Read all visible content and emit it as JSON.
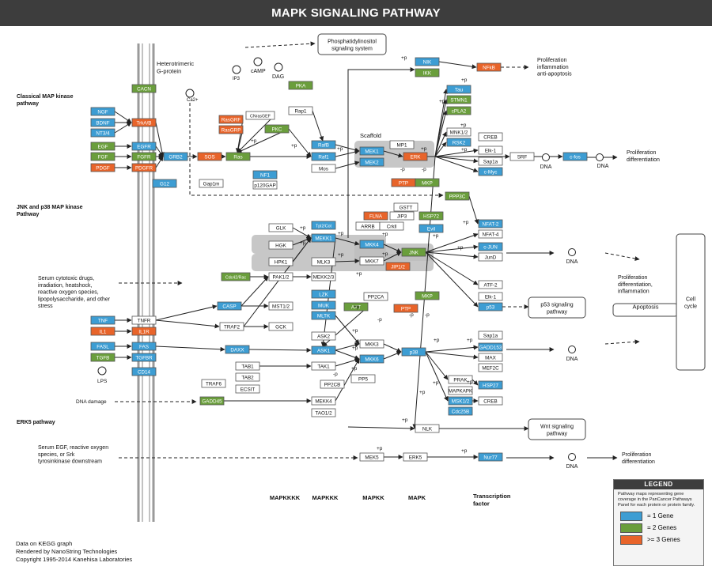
{
  "title": "MAPK SIGNALING PATHWAY",
  "colors": {
    "one_gene": "#3d9dd3",
    "two_genes": "#6a9e3c",
    "three_genes": "#e8642a",
    "membrane": "#9a9a9a",
    "node_border": "#555555",
    "header_bg": "#3d3d3d"
  },
  "nodes": [
    {
      "id": "CACN",
      "label": "CACN",
      "c": 2
    },
    {
      "id": "NGF",
      "label": "NGF",
      "c": 1
    },
    {
      "id": "BDNF",
      "label": "BDNF",
      "c": 1
    },
    {
      "id": "NT34",
      "label": "NT3/4",
      "c": 1
    },
    {
      "id": "TrkAB",
      "label": "TrkA/B",
      "c": 3
    },
    {
      "id": "EGF",
      "label": "EGF",
      "c": 2
    },
    {
      "id": "FGF",
      "label": "FGF",
      "c": 2
    },
    {
      "id": "PDGF",
      "label": "PDGF",
      "c": 3
    },
    {
      "id": "EGFR",
      "label": "EGFR",
      "c": 1
    },
    {
      "id": "FGFR",
      "label": "FGFR",
      "c": 2
    },
    {
      "id": "PDGFR",
      "label": "PDGFR",
      "c": 3
    },
    {
      "id": "GRB2",
      "label": "GRB2",
      "c": 1
    },
    {
      "id": "SOS",
      "label": "SOS",
      "c": 3
    },
    {
      "id": "Ras",
      "label": "Ras",
      "c": 2
    },
    {
      "id": "RasGRF",
      "label": "RasGRF",
      "c": 3
    },
    {
      "id": "RasGRP",
      "label": "RasGRP",
      "c": 3
    },
    {
      "id": "CNrasGEF",
      "label": "CNrasGEF",
      "c": 0
    },
    {
      "id": "PKA",
      "label": "PKA",
      "c": 2
    },
    {
      "id": "Rap1",
      "label": "Rap1",
      "c": 0
    },
    {
      "id": "PKC",
      "label": "PKC",
      "c": 2
    },
    {
      "id": "NF1",
      "label": "NF1",
      "c": 1
    },
    {
      "id": "p120GAP",
      "label": "p120GAP",
      "c": 0
    },
    {
      "id": "G12",
      "label": "G12",
      "c": 1
    },
    {
      "id": "Gap1m",
      "label": "Gap1m",
      "c": 0
    },
    {
      "id": "RafB",
      "label": "RafB",
      "c": 1
    },
    {
      "id": "Raf1",
      "label": "Raf1",
      "c": 1
    },
    {
      "id": "Mos",
      "label": "Mos",
      "c": 0
    },
    {
      "id": "MP1",
      "label": "MP1",
      "c": 0
    },
    {
      "id": "MEK1",
      "label": "MEK1",
      "c": 1
    },
    {
      "id": "MEK2",
      "label": "MEK2",
      "c": 1
    },
    {
      "id": "ERK",
      "label": "ERK",
      "c": 3
    },
    {
      "id": "PTP_a",
      "label": "PTP",
      "c": 3
    },
    {
      "id": "MKP_a",
      "label": "MKP",
      "c": 2
    },
    {
      "id": "NIK",
      "label": "NIK",
      "c": 1
    },
    {
      "id": "IKK",
      "label": "IKK",
      "c": 2
    },
    {
      "id": "NFkB",
      "label": "NFkB",
      "c": 3
    },
    {
      "id": "Tau",
      "label": "Tau",
      "c": 1
    },
    {
      "id": "STMN1",
      "label": "STMN1",
      "c": 2
    },
    {
      "id": "cPLA2",
      "label": "cPLA2",
      "c": 2
    },
    {
      "id": "MNK12",
      "label": "MNK1/2",
      "c": 0
    },
    {
      "id": "RSK2",
      "label": "RSK2",
      "c": 1
    },
    {
      "id": "CREB_a",
      "label": "CREB",
      "c": 0
    },
    {
      "id": "Elk1_a",
      "label": "Elk-1",
      "c": 0
    },
    {
      "id": "Sap1a_a",
      "label": "Sap1a",
      "c": 0
    },
    {
      "id": "cMyc",
      "label": "c-Myc",
      "c": 1
    },
    {
      "id": "SRF",
      "label": "SRF",
      "c": 0
    },
    {
      "id": "cfos",
      "label": "c-fos",
      "c": 1
    },
    {
      "id": "PPP3C",
      "label": "PPP3C",
      "c": 2
    },
    {
      "id": "GSTT",
      "label": "GSTT",
      "c": 0
    },
    {
      "id": "FLNA",
      "label": "FLNA",
      "c": 3
    },
    {
      "id": "JIP3",
      "label": "JIP3",
      "c": 0
    },
    {
      "id": "HSP72",
      "label": "HSP72",
      "c": 2
    },
    {
      "id": "ARRB",
      "label": "ARRB",
      "c": 0
    },
    {
      "id": "Crkll",
      "label": "Crkll",
      "c": 0
    },
    {
      "id": "Evil",
      "label": "Evil",
      "c": 1
    },
    {
      "id": "NFAT2",
      "label": "NFAT-2",
      "c": 1
    },
    {
      "id": "NFAT4",
      "label": "NFAT-4",
      "c": 0
    },
    {
      "id": "cJUN",
      "label": "c-JUN",
      "c": 1
    },
    {
      "id": "JunD",
      "label": "JunD",
      "c": 0
    },
    {
      "id": "GLK",
      "label": "GLK",
      "c": 0
    },
    {
      "id": "Tpl2Cot",
      "label": "Tpl2/Cot",
      "c": 1
    },
    {
      "id": "HGK",
      "label": "HGK",
      "c": 0
    },
    {
      "id": "MEKK1",
      "label": "MEKK1",
      "c": 1
    },
    {
      "id": "MKK4",
      "label": "MKK4",
      "c": 1
    },
    {
      "id": "JNK",
      "label": "JNK",
      "c": 2
    },
    {
      "id": "HPK1",
      "label": "HPK1",
      "c": 0
    },
    {
      "id": "MLK3",
      "label": "MLK3",
      "c": 0
    },
    {
      "id": "MKK7",
      "label": "MKK7",
      "c": 0
    },
    {
      "id": "JIP12",
      "label": "JIP1/2",
      "c": 3
    },
    {
      "id": "Cdc42Rac",
      "label": "Cdc42/Rac",
      "c": 2
    },
    {
      "id": "PAK12",
      "label": "PAK1/2",
      "c": 0
    },
    {
      "id": "MEKK23",
      "label": "MEKK2/3",
      "c": 0
    },
    {
      "id": "LZK",
      "label": "LZK",
      "c": 1
    },
    {
      "id": "MUK",
      "label": "MUK",
      "c": 1
    },
    {
      "id": "MLTK",
      "label": "MLTK",
      "c": 1
    },
    {
      "id": "AKT",
      "label": "AKT",
      "c": 2
    },
    {
      "id": "PP2CA",
      "label": "PP2CA",
      "c": 0
    },
    {
      "id": "PTP_b",
      "label": "PTP",
      "c": 3
    },
    {
      "id": "MKP_b",
      "label": "MKP",
      "c": 2
    },
    {
      "id": "ATF2",
      "label": "ATF-2",
      "c": 0
    },
    {
      "id": "Elk1_b",
      "label": "Elk-1",
      "c": 0
    },
    {
      "id": "p53",
      "label": "p53",
      "c": 1
    },
    {
      "id": "TNF",
      "label": "TNF",
      "c": 1
    },
    {
      "id": "TNFR",
      "label": "TNFR",
      "c": 0
    },
    {
      "id": "IL1",
      "label": "IL1",
      "c": 3
    },
    {
      "id": "IL1R",
      "label": "IL1R",
      "c": 3
    },
    {
      "id": "CASP",
      "label": "CASP",
      "c": 1
    },
    {
      "id": "MST12",
      "label": "MST1/2",
      "c": 0
    },
    {
      "id": "TRAF2",
      "label": "TRAF2",
      "c": 0
    },
    {
      "id": "GCK",
      "label": "GCK",
      "c": 0
    },
    {
      "id": "FASL",
      "label": "FASL",
      "c": 1
    },
    {
      "id": "FAS",
      "label": "FAS",
      "c": 1
    },
    {
      "id": "DAXX",
      "label": "DAXX",
      "c": 1
    },
    {
      "id": "TGFB",
      "label": "TGFB",
      "c": 2
    },
    {
      "id": "TGFBR",
      "label": "TGFBR",
      "c": 1
    },
    {
      "id": "CD14",
      "label": "CD14",
      "c": 1
    },
    {
      "id": "ASK2",
      "label": "ASK2",
      "c": 0
    },
    {
      "id": "ASK1",
      "label": "ASK1",
      "c": 1
    },
    {
      "id": "MKK3",
      "label": "MKK3",
      "c": 0
    },
    {
      "id": "MKK6",
      "label": "MKK6",
      "c": 1
    },
    {
      "id": "p38",
      "label": "p38",
      "c": 1
    },
    {
      "id": "TAB1",
      "label": "TAB1",
      "c": 0
    },
    {
      "id": "TAB2",
      "label": "TAB2",
      "c": 0
    },
    {
      "id": "ECSIT",
      "label": "ECSIT",
      "c": 0
    },
    {
      "id": "TAK1",
      "label": "TAK1",
      "c": 0
    },
    {
      "id": "PP2CB",
      "label": "PP2CB",
      "c": 0
    },
    {
      "id": "PP5",
      "label": "PP5",
      "c": 0
    },
    {
      "id": "TRAF6",
      "label": "TRAF6",
      "c": 0
    },
    {
      "id": "GADD45",
      "label": "GADD45",
      "c": 2
    },
    {
      "id": "MEKK4",
      "label": "MEKK4",
      "c": 0
    },
    {
      "id": "TAO12",
      "label": "TAO1/2",
      "c": 0
    },
    {
      "id": "Sap1a_b",
      "label": "Sap1a",
      "c": 0
    },
    {
      "id": "GADD153",
      "label": "GADD153",
      "c": 1
    },
    {
      "id": "MAX",
      "label": "MAX",
      "c": 0
    },
    {
      "id": "MEF2C",
      "label": "MEF2C",
      "c": 0
    },
    {
      "id": "PRAK",
      "label": "PRAK",
      "c": 0
    },
    {
      "id": "MAPKAPK",
      "label": "MAPKAPK",
      "c": 0
    },
    {
      "id": "HSP27",
      "label": "HSP27",
      "c": 1
    },
    {
      "id": "MSK12",
      "label": "MSK1/2",
      "c": 1
    },
    {
      "id": "CREB_b",
      "label": "CREB",
      "c": 0
    },
    {
      "id": "Cdc25B",
      "label": "Cdc25B",
      "c": 1
    },
    {
      "id": "NLK",
      "label": "NLK",
      "c": 0
    },
    {
      "id": "MEK5",
      "label": "MEK5",
      "c": 0
    },
    {
      "id": "ERK5",
      "label": "ERK5",
      "c": 0
    },
    {
      "id": "Nur77",
      "label": "Nur77",
      "c": 1
    }
  ],
  "labels": {
    "section_classical": "Classical MAP kinase pathway",
    "section_jnk": "JNK and p38 MAP kinase Pathway",
    "section_erk5": "ERK5 pathway",
    "heterotrimeric": "Heterotrimeric G-protein",
    "ip3": "IP3",
    "camp": "cAMP",
    "dag": "DAG",
    "ca": "Ca2+",
    "phosphatidylinositol": "Phosphatidylinositol signaling system",
    "scaffold": "Scaffold",
    "lps": "LPS",
    "dna_damage": "DNA damage",
    "stress_text": "Serum cytotoxic drugs, irradiation, heatshock, reactive oxygen species, lipopolysaccharide, and other stress",
    "serum_egf_text": "Serum EGF, reactive oxygen species, or Srk tyrosinkinase downstream",
    "dna": "DNA",
    "prolif_1": "Proliferation inflammation anti-apoptosis",
    "prolif_2": "Proliferation differentiation",
    "prolif_3": "Proliferation differentiation, inflammation",
    "prolif_4": "Proliferation differentiation",
    "apoptosis": "Apoptosis",
    "cell_cycle": "Cell cycle",
    "p53_pathway": "p53 signaling pathway",
    "wnt_pathway": "Wnt signaling pathway",
    "plus_p": "+p",
    "minus_p": "-p",
    "bottom_mapkkkk": "MAPKKKK",
    "bottom_mapkkk": "MAPKKK",
    "bottom_mapkk": "MAPKK",
    "bottom_mapk": "MAPK",
    "bottom_tf": "Transcription factor"
  },
  "legend": {
    "title": "LEGEND",
    "description": "Pathway maps representing gene coverage in the PanCancer Pathways Panel for each protein or protein family.",
    "items": [
      {
        "label": "= 1 Gene",
        "color": "#3d9dd3"
      },
      {
        "label": "= 2 Genes",
        "color": "#6a9e3c"
      },
      {
        "label": ">= 3 Genes",
        "color": "#e8642a"
      }
    ]
  },
  "footer": {
    "line1": "Data on KEGG graph",
    "line2": "Rendered by NanoString Technologies",
    "line3": "Copyright 1995-2014 Kanehisa Laboratories"
  }
}
